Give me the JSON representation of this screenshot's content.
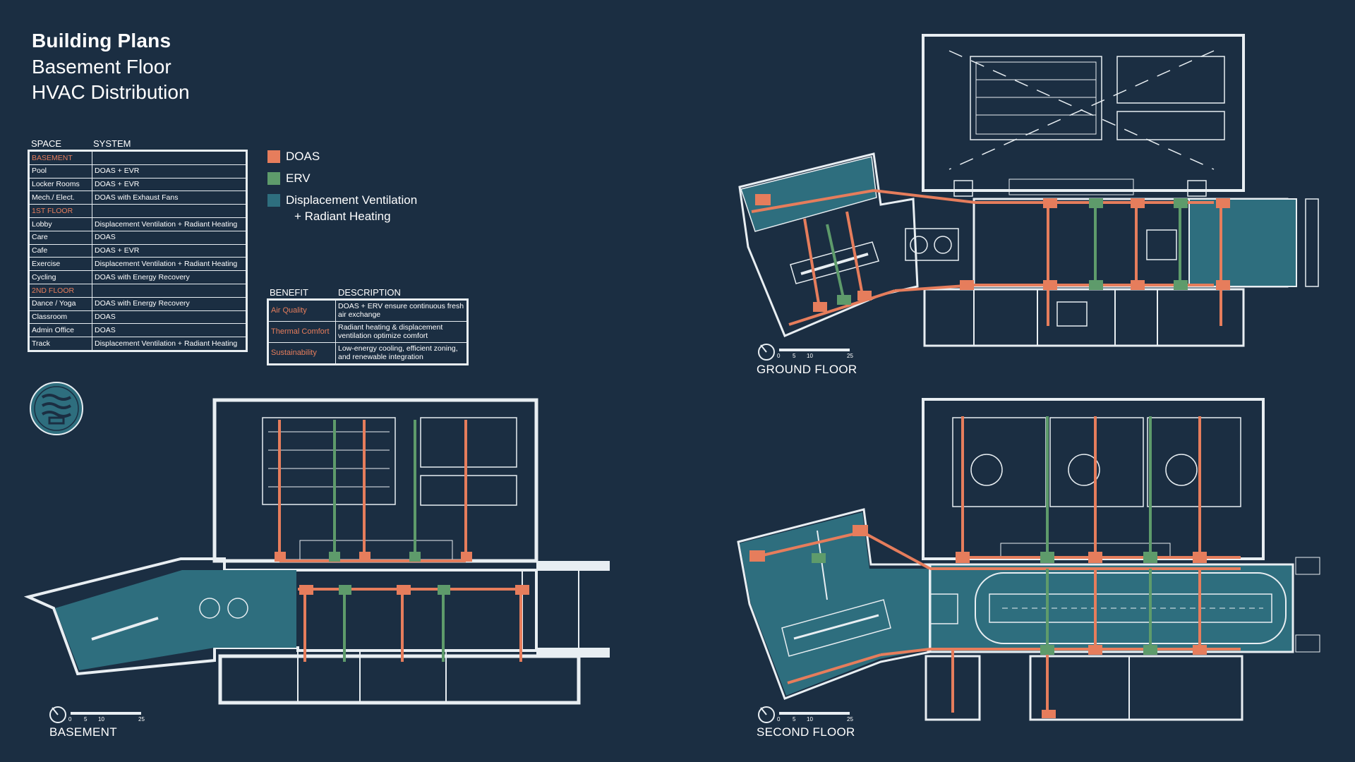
{
  "title": {
    "main": "Building Plans",
    "line2": "Basement Floor",
    "line3": "HVAC Distribution"
  },
  "colors": {
    "background": "#1b2e42",
    "doas": "#e67d5c",
    "erv": "#5e9b6b",
    "displacement": "#2e6e7e",
    "linework": "#e8eef2"
  },
  "space_table": {
    "header_space": "SPACE",
    "header_system": "SYSTEM",
    "rows": [
      {
        "space": "BASEMENT",
        "system": "",
        "floor": true
      },
      {
        "space": "Pool",
        "system": "DOAS + EVR"
      },
      {
        "space": "Locker Rooms",
        "system": "DOAS + EVR"
      },
      {
        "space": "Mech./ Elect.",
        "system": "DOAS with Exhaust Fans"
      },
      {
        "space": "1ST FLOOR",
        "system": "",
        "floor": true
      },
      {
        "space": "Lobby",
        "system": "Displacement Ventilation + Radiant Heating"
      },
      {
        "space": "Care",
        "system": "DOAS"
      },
      {
        "space": "Cafe",
        "system": "DOAS + EVR"
      },
      {
        "space": "Exercise",
        "system": "Displacement Ventilation + Radiant Heating"
      },
      {
        "space": "Cycling",
        "system": "DOAS with Energy Recovery"
      },
      {
        "space": "2ND FLOOR",
        "system": "",
        "floor": true
      },
      {
        "space": "Dance / Yoga",
        "system": "DOAS with Energy Recovery"
      },
      {
        "space": "Classroom",
        "system": "DOAS"
      },
      {
        "space": "Admin Office",
        "system": "DOAS"
      },
      {
        "space": "Track",
        "system": "Displacement Ventilation + Radiant Heating"
      }
    ]
  },
  "legend": {
    "doas": "DOAS",
    "erv": "ERV",
    "dv_line1": "Displacement Ventilation",
    "dv_line2": "+ Radiant Heating"
  },
  "benefit_table": {
    "header_benefit": "BENEFIT",
    "header_description": "DESCRIPTION",
    "rows": [
      {
        "benefit": "Air Quality",
        "description": "DOAS + ERV ensure continuous fresh air exchange"
      },
      {
        "benefit": "Thermal Comfort",
        "description": "Radiant heating & displacement ventilation optimize comfort"
      },
      {
        "benefit": "Sustainability",
        "description": "Low-energy cooling, efficient zoning, and renewable integration"
      }
    ]
  },
  "icon": "hvac-airflow-icon",
  "scale_bar": {
    "t0": "0",
    "t5": "5",
    "t10": "10",
    "t25": "25"
  },
  "plans": {
    "ground": "GROUND FLOOR",
    "basement": "BASEMENT",
    "second": "SECOND FLOOR"
  }
}
